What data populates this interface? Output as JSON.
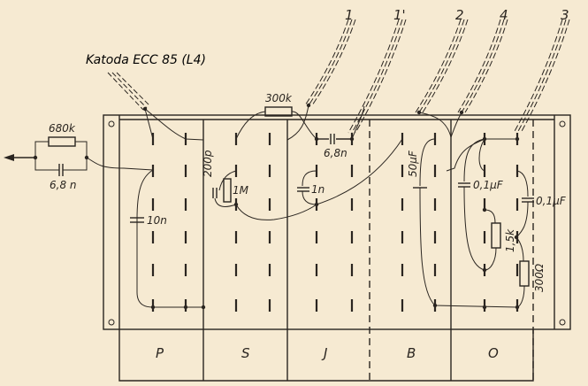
{
  "title": "Katoda ECC 85 (L4)",
  "leads": [
    "1",
    "1'",
    "2",
    "4",
    "3"
  ],
  "sections": [
    "P",
    "S",
    "J",
    "B",
    "O"
  ],
  "components": {
    "r_680k": "680k",
    "c_68n_left": "6,8 n",
    "c_10n": "10n",
    "c_200p": "200p",
    "r_1M": "1M",
    "r_300k": "300k",
    "c_1n": "1n",
    "c_68n": "6,8n",
    "c_50uF": "50µF",
    "c_01uF_a": "0,1µF",
    "c_01uF_b": "0,1µF",
    "r_15k": "1,5k",
    "r_300ohm": "300Ω"
  },
  "colors": {
    "paper": "#f6ead2",
    "ink": "#2a2520"
  }
}
